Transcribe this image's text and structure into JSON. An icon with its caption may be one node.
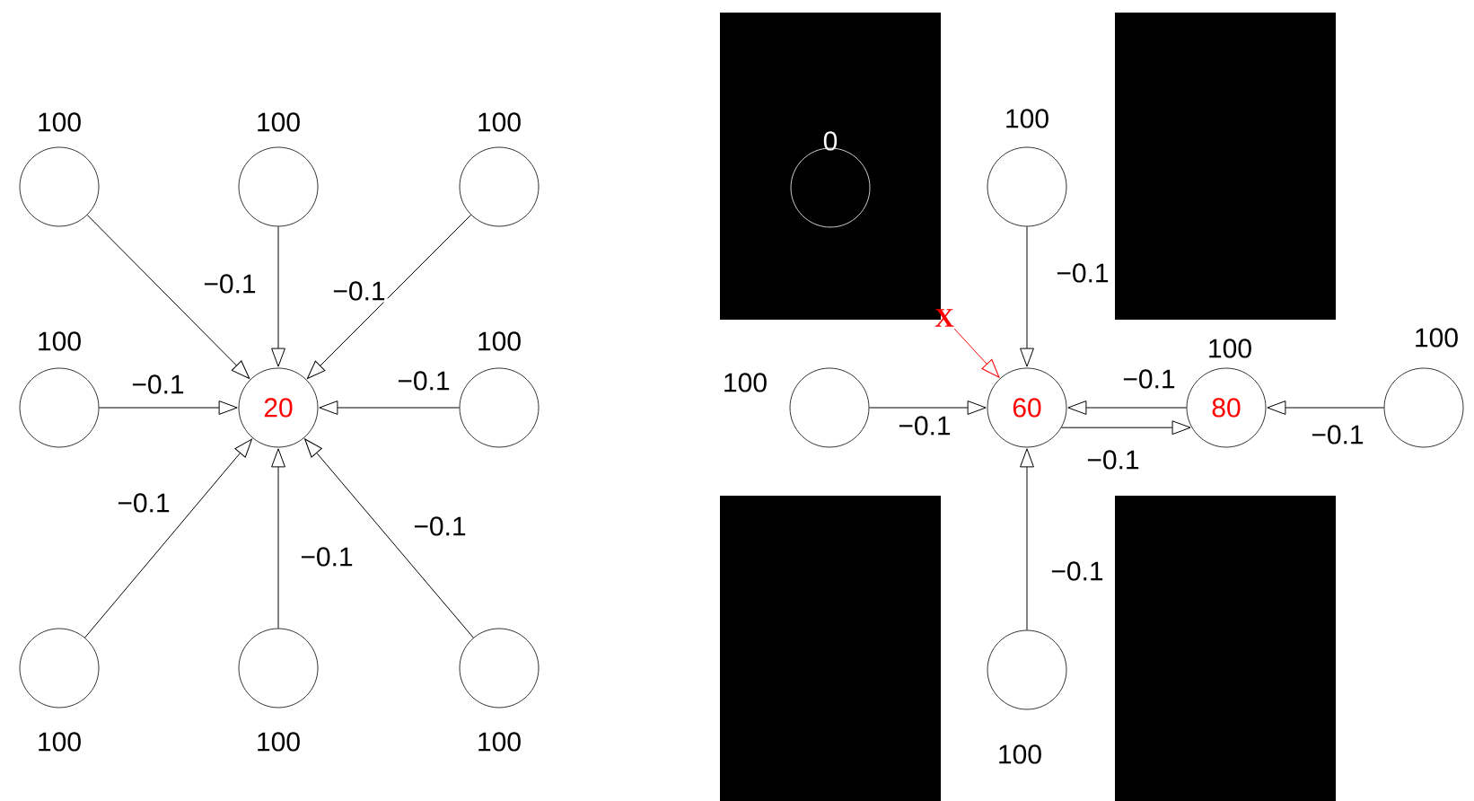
{
  "diagram": {
    "nodes": [
      {
        "text": [],
        "shape": "circle",
        "beside": [
          "100"
        ]
      },
      {
        "text": [],
        "shape": "circle",
        "beside": [
          "100"
        ]
      },
      {
        "text": [],
        "shape": "circle",
        "beside": [
          "100"
        ]
      },
      {
        "text": [],
        "shape": "circle",
        "beside": [
          "100"
        ]
      },
      {
        "text": [
          "20"
        ]
      },
      {
        "text": [],
        "shape": "circle",
        "beside": [
          "100"
        ]
      },
      {
        "text": [],
        "shape": "circle",
        "beside": [
          "100"
        ]
      },
      {
        "text": [],
        "shape": "circle",
        "beside": [
          "100"
        ]
      },
      {
        "text": [],
        "shape": "circle",
        "beside": [
          "100"
        ]
      },
      {
        "text": [],
        "shape": "box"
      },
      {
        "text": [],
        "shape": "circle",
        "beside": [
          "0"
        ],
        "in": 9
      },
      {
        "text": [],
        "shape": "circle",
        "beside": [
          "100"
        ]
      },
      {
        "text": [],
        "shape": "box"
      },
      {
        "text": [
          "X"
        ]
      },
      {
        "text": [],
        "shape": "circle",
        "beside": [
          "100"
        ]
      },
      {
        "text": [
          "60"
        ]
      },
      {
        "text": [
          "80"
        ],
        "beside": [
          "100"
        ]
      },
      {
        "text": [],
        "shape": "circle",
        "beside": [
          "100"
        ]
      },
      {
        "text": [],
        "shape": "box"
      },
      {
        "text": [],
        "shape": "circle",
        "beside": [
          "100"
        ]
      },
      {
        "text": [],
        "shape": "box"
      }
    ],
    "edges": [
      {
        "from": 0,
        "to": 4,
        "arrow": "to"
      },
      {
        "from": 1,
        "to": 4,
        "arrow": "to",
        "label": "−0.1"
      },
      {
        "from": 2,
        "to": 4,
        "arrow": "to",
        "label": "−0.1"
      },
      {
        "from": 3,
        "to": 4,
        "arrow": "to",
        "label": "−0.1"
      },
      {
        "from": 5,
        "to": 4,
        "arrow": "to",
        "label": "−0.1"
      },
      {
        "from": 6,
        "to": 4,
        "arrow": "to",
        "label": "−0.1"
      },
      {
        "from": 7,
        "to": 4,
        "arrow": "to",
        "label": "−0.1"
      },
      {
        "from": 8,
        "to": 4,
        "arrow": "to",
        "label": "−0.1"
      },
      {
        "from": 11,
        "to": 15,
        "arrow": "to",
        "label": "−0.1"
      },
      {
        "from": 13,
        "to": 15,
        "arrow": "to",
        "color": "#ff0000"
      },
      {
        "from": 14,
        "to": 15,
        "arrow": "to",
        "label": "−0.1"
      },
      {
        "from": 16,
        "to": 15,
        "arrow": "to",
        "label": "−0.1"
      },
      {
        "from": 15,
        "to": 16,
        "arrow": "to",
        "label": "−0.1"
      },
      {
        "from": 17,
        "to": 16,
        "arrow": "to",
        "label": "−0.1"
      },
      {
        "from": 19,
        "to": 15,
        "arrow": "to",
        "label": "−0.1"
      }
    ]
  }
}
